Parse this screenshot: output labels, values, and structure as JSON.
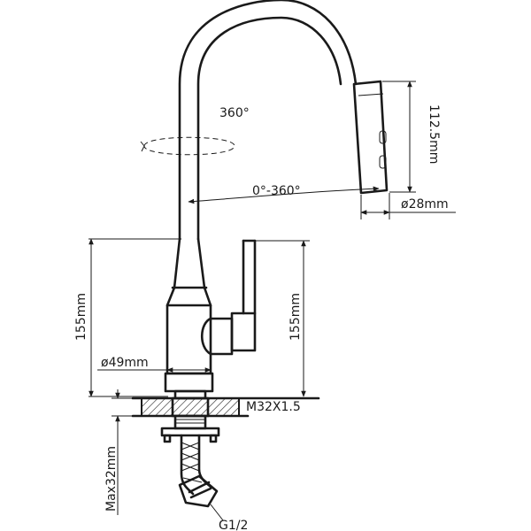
{
  "labels": {
    "rotation_spout": "360°",
    "rotation_head": "0°-360°",
    "pullout_length": "112.5mm",
    "head_diameter": "ø28mm",
    "height_left": "155mm",
    "height_right": "155mm",
    "body_diameter": "ø49mm",
    "thread": "M32X1.5",
    "max_thickness": "Max32mm",
    "inlet_thread": "G1/2"
  },
  "colors": {
    "line": "#1a1a1a",
    "background": "#ffffff"
  }
}
